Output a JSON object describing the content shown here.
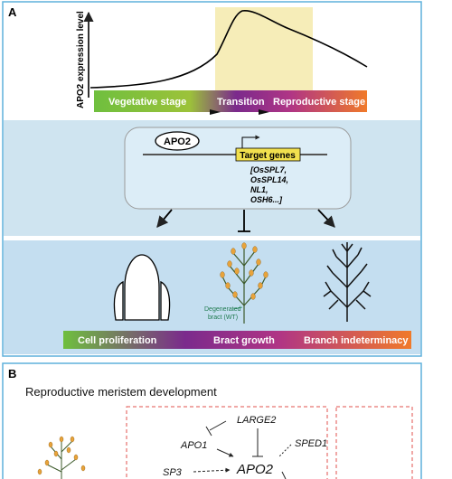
{
  "panelA": {
    "label": "A",
    "yAxisLabel": "APO2 expression level",
    "stages": [
      "Vegetative stage",
      "Transition",
      "Reproductive stage"
    ],
    "protein": "APO2",
    "targetTitle": "Target genes",
    "targetGenes": [
      "[OsSPL7,",
      "OsSPL14,",
      "NL1,",
      "OSH6...]"
    ],
    "bractNote": [
      "Degenerated",
      "bract (WT)"
    ],
    "outcomes": [
      "Cell proliferation",
      "Bract growth",
      "Branch indeterminacy"
    ]
  },
  "panelB": {
    "label": "B",
    "title": "Reproductive meristem development",
    "genes": [
      "LARGE2",
      "APO1",
      "SPED1",
      "SP3",
      "APO2"
    ]
  },
  "colors": {
    "greenStage": "#7bc043",
    "purpleStage": "#7b2a8c",
    "orangeStage": "#f07a2a",
    "highlight": "#f6edb8",
    "bandLight": "#cfe4f0",
    "bandMid": "#c4def0",
    "frameBlue": "#5fb1dc",
    "targetBox": "#f2e04e",
    "dashRed": "#e0524e"
  }
}
